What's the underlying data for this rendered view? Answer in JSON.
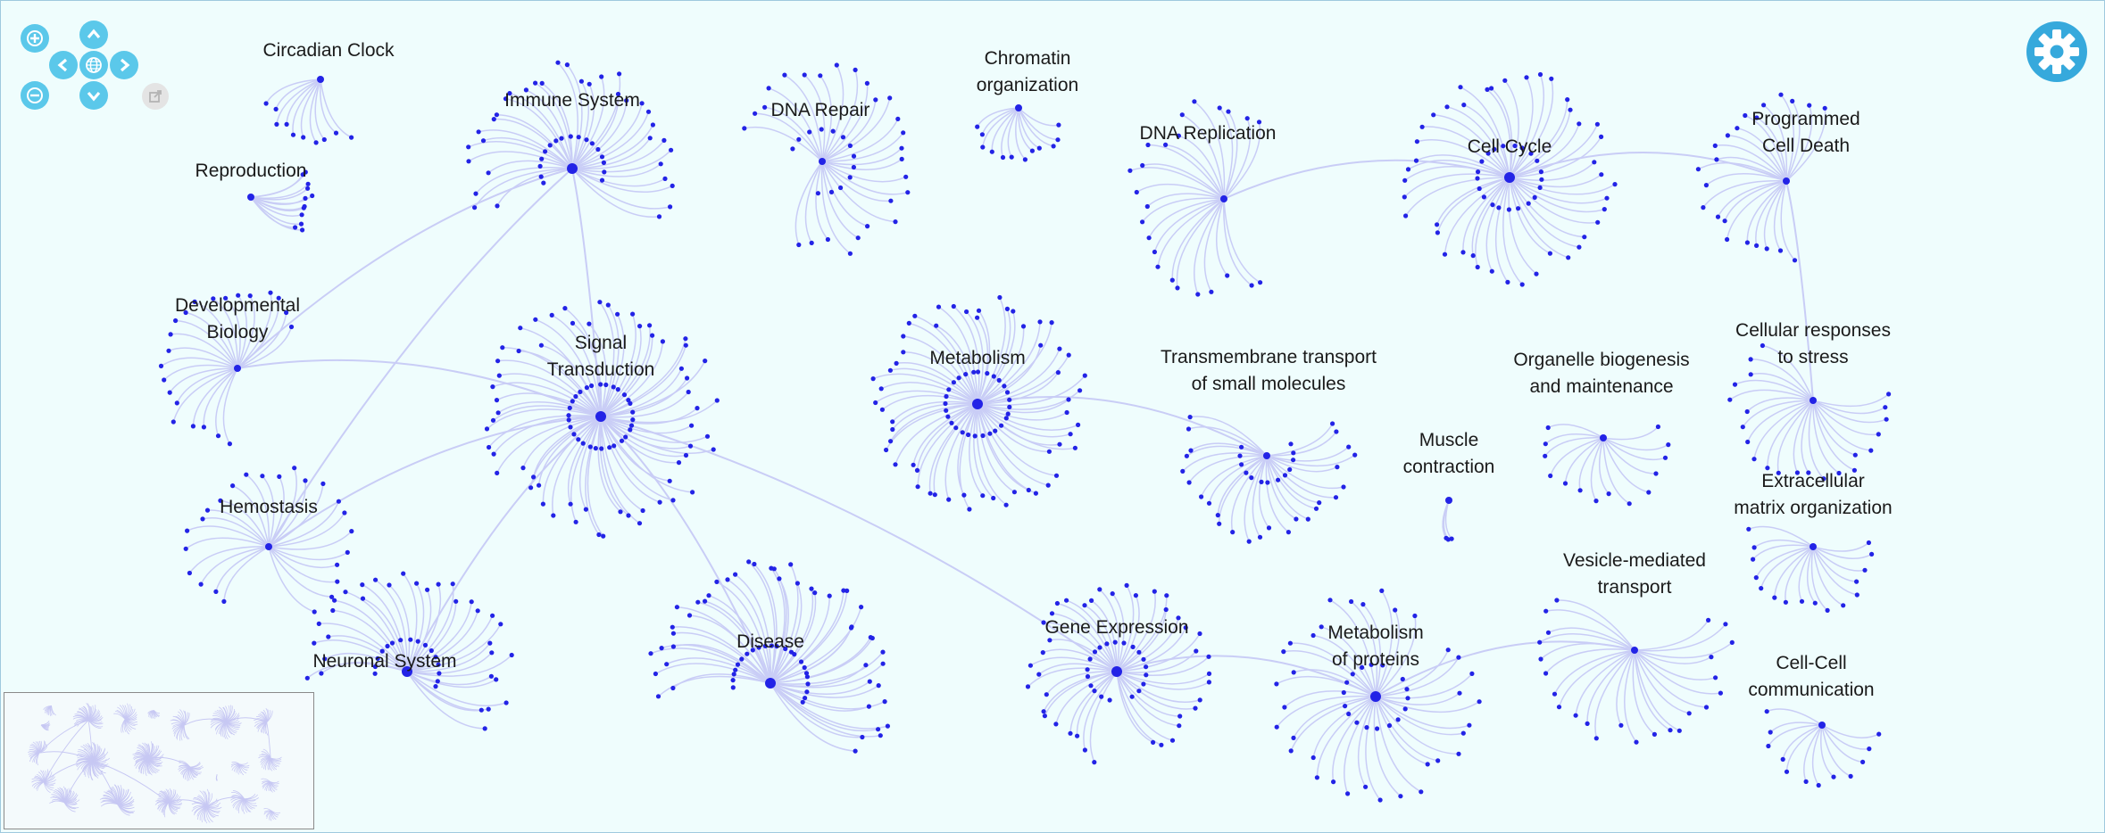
{
  "colors": {
    "background": "#effdfd",
    "edge": "#c9cdf6",
    "node": "#2323e6",
    "navButton": "#5bc8ea",
    "settings": "#36a9dc",
    "minimap": "#c7c8f3"
  },
  "navigation": {
    "zoom_in_icon": "plus-icon",
    "zoom_out_icon": "minus-icon",
    "pan_up_icon": "chevron-up-icon",
    "pan_down_icon": "chevron-down-icon",
    "pan_left_icon": "chevron-left-icon",
    "pan_right_icon": "chevron-right-icon",
    "reset_icon": "globe-icon",
    "fullscreen_icon": "external-window-icon"
  },
  "settings_icon": "gear-icon",
  "pathways": [
    {
      "id": "circadian-clock",
      "lines": [
        "Circadian Clock"
      ],
      "size": "xs"
    },
    {
      "id": "reproduction",
      "lines": [
        "Reproduction"
      ],
      "size": "s"
    },
    {
      "id": "developmental-biology",
      "lines": [
        "Developmental",
        "Biology"
      ],
      "size": "m"
    },
    {
      "id": "hemostasis",
      "lines": [
        "Hemostasis"
      ],
      "size": "m"
    },
    {
      "id": "immune-system",
      "lines": [
        "Immune System"
      ],
      "size": "l"
    },
    {
      "id": "signal-transduction",
      "lines": [
        "Signal",
        "Transduction"
      ],
      "size": "xl"
    },
    {
      "id": "neuronal-system",
      "lines": [
        "Neuronal System"
      ],
      "size": "l"
    },
    {
      "id": "dna-repair",
      "lines": [
        "DNA Repair"
      ],
      "size": "m"
    },
    {
      "id": "chromatin-organization",
      "lines": [
        "Chromatin",
        "organization"
      ],
      "size": "s"
    },
    {
      "id": "metabolism",
      "lines": [
        "Metabolism"
      ],
      "size": "xl"
    },
    {
      "id": "disease",
      "lines": [
        "Disease"
      ],
      "size": "xl"
    },
    {
      "id": "gene-expression",
      "lines": [
        "Gene Expression"
      ],
      "size": "l"
    },
    {
      "id": "dna-replication",
      "lines": [
        "DNA Replication"
      ],
      "size": "m"
    },
    {
      "id": "transmembrane-transport",
      "lines": [
        "Transmembrane transport",
        "of small molecules"
      ],
      "size": "m"
    },
    {
      "id": "cell-cycle",
      "lines": [
        "Cell Cycle"
      ],
      "size": "l"
    },
    {
      "id": "organelle-biogenesis",
      "lines": [
        "Organelle biogenesis",
        "and maintenance"
      ],
      "size": "s"
    },
    {
      "id": "muscle-contraction",
      "lines": [
        "Muscle",
        "contraction"
      ],
      "size": "xs"
    },
    {
      "id": "metabolism-of-proteins",
      "lines": [
        "Metabolism",
        "of proteins"
      ],
      "size": "l"
    },
    {
      "id": "vesicle-mediated-transport",
      "lines": [
        "Vesicle-mediated",
        "transport"
      ],
      "size": "m"
    },
    {
      "id": "programmed-cell-death",
      "lines": [
        "Programmed",
        "Cell Death"
      ],
      "size": "m"
    },
    {
      "id": "cellular-responses-to-stress",
      "lines": [
        "Cellular responses",
        "to stress"
      ],
      "size": "m"
    },
    {
      "id": "extracellular-matrix",
      "lines": [
        "Extracellular",
        "matrix organization"
      ],
      "size": "s"
    },
    {
      "id": "cell-cell-communication",
      "lines": [
        "Cell-Cell",
        "communication"
      ],
      "size": "s"
    }
  ]
}
